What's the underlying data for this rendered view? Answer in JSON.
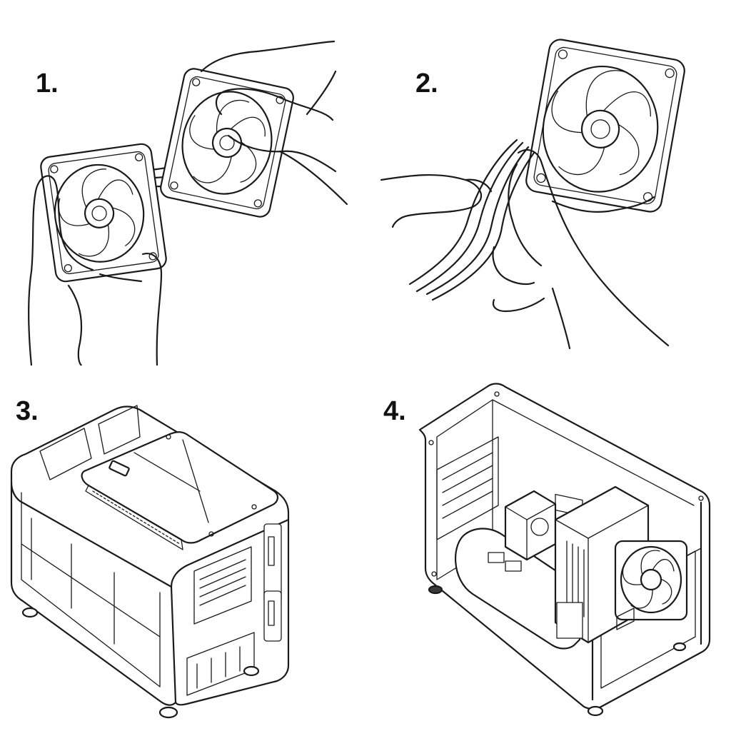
{
  "steps": [
    {
      "number": "1.",
      "icon": "fans-connecting-icon"
    },
    {
      "number": "2.",
      "icon": "fan-cable-icon"
    },
    {
      "number": "3.",
      "icon": "pc-case-open-top-icon"
    },
    {
      "number": "4.",
      "icon": "pc-case-installed-fan-icon"
    }
  ]
}
